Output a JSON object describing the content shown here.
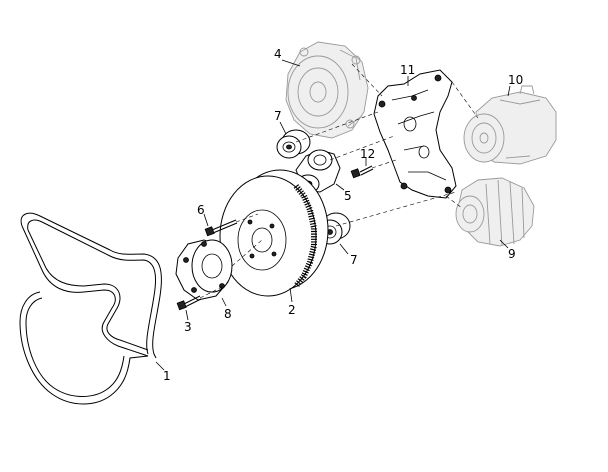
{
  "callouts": [
    {
      "id": "1",
      "label": "1"
    },
    {
      "id": "2",
      "label": "2"
    },
    {
      "id": "3",
      "label": "3"
    },
    {
      "id": "4",
      "label": "4"
    },
    {
      "id": "5",
      "label": "5"
    },
    {
      "id": "6",
      "label": "6"
    },
    {
      "id": "7a",
      "label": "7"
    },
    {
      "id": "7b",
      "label": "7"
    },
    {
      "id": "8",
      "label": "8"
    },
    {
      "id": "9",
      "label": "9"
    },
    {
      "id": "10",
      "label": "10"
    },
    {
      "id": "11",
      "label": "11"
    },
    {
      "id": "12",
      "label": "12"
    }
  ]
}
